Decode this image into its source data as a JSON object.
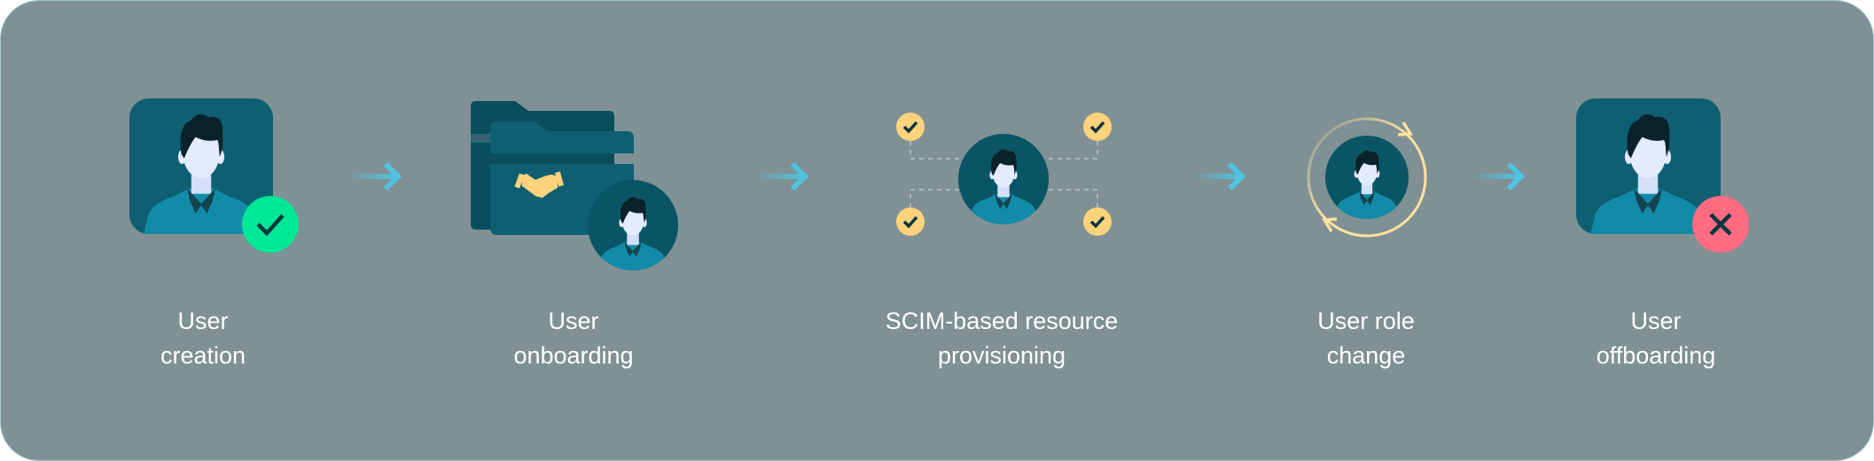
{
  "steps": [
    {
      "line1": "User",
      "line2": "creation",
      "icon": "user-check-icon"
    },
    {
      "line1": "User",
      "line2": "onboarding",
      "icon": "folder-handshake-icon"
    },
    {
      "line1": "SCIM-based resource",
      "line2": "provisioning",
      "icon": "user-provisioning-icon"
    },
    {
      "line1": "User role",
      "line2": "change",
      "icon": "user-refresh-icon"
    },
    {
      "line1": "User",
      "line2": "offboarding",
      "icon": "user-remove-icon"
    }
  ],
  "colors": {
    "background": "#7f9195",
    "card": "#0e5f72",
    "arrow": "#4fc3df",
    "success": "#00e896",
    "danger": "#ff6b81",
    "check_badge": "#ffd27c"
  }
}
